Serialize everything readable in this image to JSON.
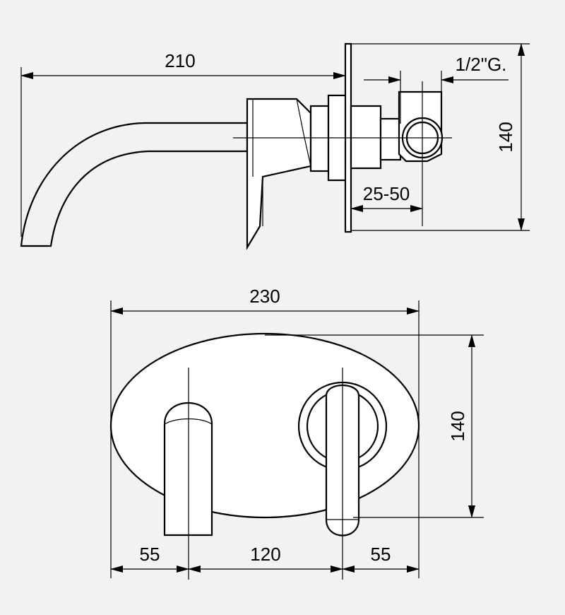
{
  "side_view": {
    "dim_length": "210",
    "dim_thread": "1/2\"G.",
    "dim_depth_range": "25-50",
    "dim_height": "140"
  },
  "front_view": {
    "dim_width": "230",
    "dim_height": "140",
    "dim_left_offset": "55",
    "dim_center_spacing": "120",
    "dim_right_offset": "55"
  }
}
